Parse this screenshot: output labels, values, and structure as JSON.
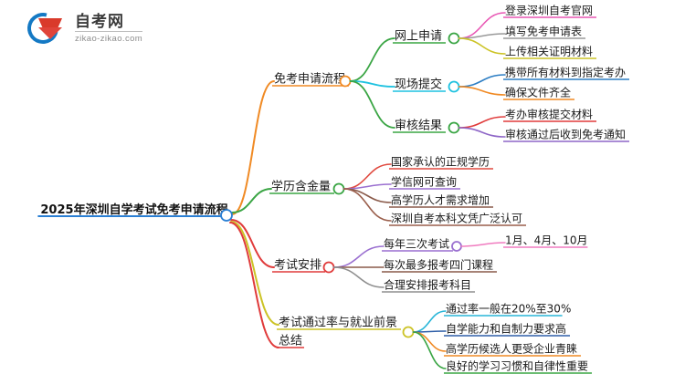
{
  "watermark": {
    "title": "自考网",
    "subtitle": "zikao-zikao.com",
    "logo_icon": "graduation-cap-logo-icon",
    "brand_blue": "#1479c4",
    "brand_red": "#d93a2b"
  },
  "mindmap": {
    "type": "mindmap",
    "root": {
      "label": "2025年深圳自学考试免考申请流程",
      "node_color": "#2a7fd4"
    },
    "branches": [
      {
        "label": "免考申请流程",
        "color": "#f08a24",
        "node_color": "#f08a24",
        "children": [
          {
            "label": "网上申请",
            "color": "#3aa544",
            "node_color": "#3aa544",
            "children": [
              {
                "label": "登录深圳自考官网",
                "color": "#e857b4"
              },
              {
                "label": "填写免考申请表",
                "color": "#9a9a9a"
              },
              {
                "label": "上传相关证明材料",
                "color": "#ccc326"
              }
            ]
          },
          {
            "label": "现场提交",
            "color": "#1fc2e0",
            "node_color": "#1fc2e0",
            "children": [
              {
                "label": "携带所有材料到指定考办",
                "color": "#2d7ec4"
              },
              {
                "label": "确保文件齐全",
                "color": "#f08a24"
              }
            ]
          },
          {
            "label": "审核结果",
            "color": "#3aa544",
            "node_color": "#3aa544",
            "children": [
              {
                "label": "考办审核提交材料",
                "color": "#e03b3b"
              },
              {
                "label": "审核通过后收到免考通知",
                "color": "#8e66c7"
              }
            ]
          }
        ]
      },
      {
        "label": "学历含金量",
        "color": "#3aa544",
        "node_color": "#3aa544",
        "children": [
          {
            "label": "国家承认的正规学历",
            "color": "#e0493f"
          },
          {
            "label": "学信网可查询",
            "color": "#9a6fd0"
          },
          {
            "label": "高学历人才需求增加",
            "color": "#8a5a4a"
          },
          {
            "label": "深圳自考本科文凭广泛认可",
            "color": "#9a5f4c"
          }
        ]
      },
      {
        "label": "考试安排",
        "color": "#e03b3b",
        "node_color": "#e03b3b",
        "children": [
          {
            "label": "每年三次考试",
            "color": "#9a6fd0",
            "node_color": "#9a6fd0",
            "children": [
              {
                "label": "1月、4月、10月",
                "color": "#f07cc0"
              }
            ]
          },
          {
            "label": "每次最多报考四门课程",
            "color": "#8a5a4a"
          },
          {
            "label": "合理安排报考科目",
            "color": "#8f8f8f"
          }
        ]
      },
      {
        "label": "考试通过率与就业前景",
        "label_line2": "总结",
        "color": "#ccc326",
        "color_line2": "#e03b3b",
        "node_color": "#ccc326",
        "children": [
          {
            "label": "通过率一般在20%至30%",
            "color": "#29b6d8"
          },
          {
            "label": "自学能力和自制力要求高",
            "color": "#2f5fa8"
          },
          {
            "label": "高学历候选人更受企业青睐",
            "color": "#f08a24"
          },
          {
            "label": "良好的学习习惯和自律性重要",
            "color": "#3aa544"
          }
        ]
      }
    ]
  }
}
